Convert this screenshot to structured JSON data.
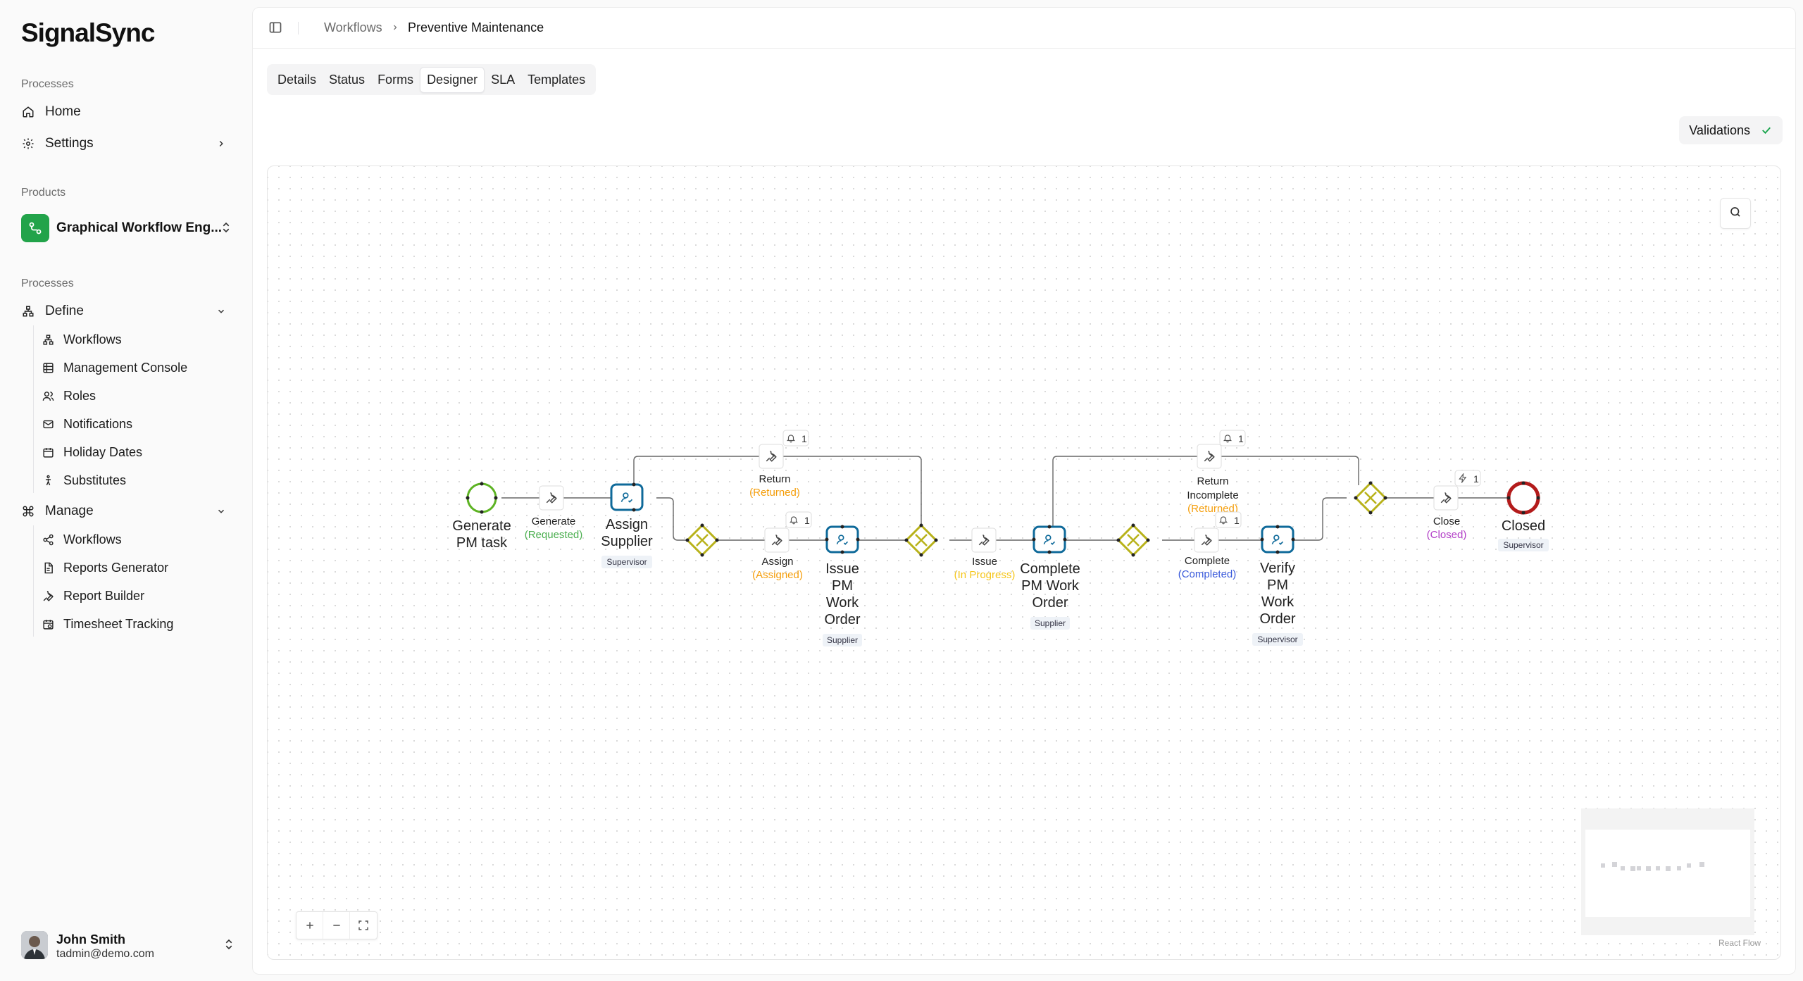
{
  "brand": {
    "logo_text": "SignalSync"
  },
  "sidebar": {
    "processes_label": "Processes",
    "home_label": "Home",
    "settings_label": "Settings",
    "products_label": "Products",
    "product_name": "Graphical Workflow Eng...",
    "processes2_label": "Processes",
    "define": {
      "label": "Define",
      "items": [
        "Workflows",
        "Management Console",
        "Roles",
        "Notifications",
        "Holiday Dates",
        "Substitutes"
      ]
    },
    "manage": {
      "label": "Manage",
      "items": [
        "Workflows",
        "Reports Generator",
        "Report Builder",
        "Timesheet Tracking"
      ]
    },
    "user": {
      "name": "John Smith",
      "email": "tadmin@demo.com"
    }
  },
  "header": {
    "breadcrumb": [
      "Workflows",
      "Preventive Maintenance"
    ]
  },
  "tabs": [
    "Details",
    "Status",
    "Forms",
    "Designer",
    "SLA",
    "Templates"
  ],
  "active_tab": "Designer",
  "validations_label": "Validations",
  "canvas": {
    "attribution": "React Flow",
    "nodes": {
      "start": [
        "Generate",
        "PM task"
      ],
      "assign_supplier": [
        "Assign",
        "Supplier"
      ],
      "assign_supplier_role": "Supervisor",
      "issue": [
        "Issue",
        "PM",
        "Work",
        "Order"
      ],
      "issue_role": "Supplier",
      "complete": [
        "Complete",
        "PM Work",
        "Order"
      ],
      "complete_role": "Supplier",
      "verify": [
        "Verify",
        "PM",
        "Work",
        "Order"
      ],
      "verify_role": "Supervisor",
      "end": "Closed",
      "end_role": "Supervisor"
    },
    "transitions": {
      "generate": {
        "label": "Generate",
        "status": "(Requested)"
      },
      "return": {
        "label": "Return",
        "status": "(Returned)",
        "count": "1"
      },
      "assign": {
        "label": "Assign",
        "status": "(Assigned)",
        "count": "1"
      },
      "issue": {
        "label": "Issue",
        "status": "(In Progress)"
      },
      "return_incomplete": {
        "label": [
          "Return",
          "Incomplete"
        ],
        "status": "(Returned)",
        "count": "1"
      },
      "complete": {
        "label": "Complete",
        "status": "(Completed)",
        "count": "1"
      },
      "close": {
        "label": "Close",
        "status": "(Closed)",
        "count": "1"
      }
    },
    "colors": {
      "start": "#5db323",
      "end": "#b31b1b",
      "task": "#0f6a9a",
      "gateway": "#b8b21a",
      "requested": "#4caf50",
      "returned": "#f59e0b",
      "assigned": "#f59e0b",
      "in_progress": "#f5c518",
      "completed": "#3b5bdb",
      "closed": "#b340c8"
    }
  }
}
